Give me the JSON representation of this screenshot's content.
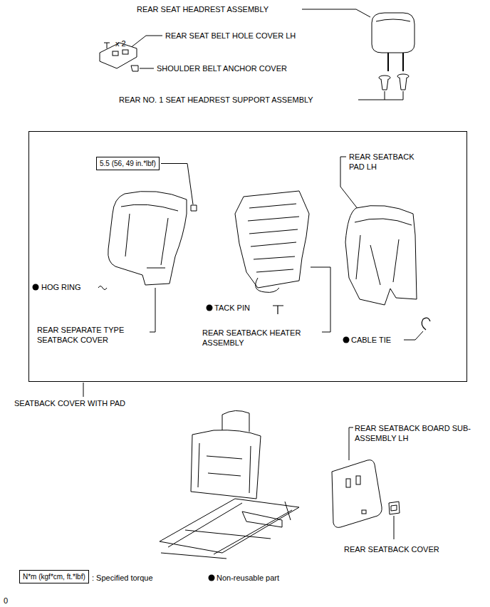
{
  "diagram": {
    "nodes": [
      {
        "text": [
          "SEATBACK COVER WITH PAD"
        ]
      },
      {
        "text": [
          "5.5 (56, 49 in.*lbf)"
        ],
        "in": 0
      },
      {
        "text": [
          "N*m (kgf*cm, ft.*lbf)"
        ]
      }
    ],
    "labels": [
      "REAR SEAT HEADREST ASSEMBLY",
      "x 2",
      "REAR SEAT BELT HOLE COVER LH",
      "SHOULDER BELT ANCHOR COVER",
      "REAR NO. 1 SEAT HEADREST SUPPORT ASSEMBLY",
      "REAR SEATBACK PAD LH",
      "HOG RING",
      "TACK PIN",
      "REAR SEPARATE TYPE SEATBACK COVER",
      "REAR SEATBACK HEATER ASSEMBLY",
      "CABLE TIE",
      "REAR SEATBACK BOARD SUB-ASSEMBLY LH",
      "REAR SEATBACK COVER",
      "0"
    ],
    "legend": [
      {
        "text": ": Specified torque"
      },
      {
        "text": "Non-reusable part"
      }
    ]
  }
}
